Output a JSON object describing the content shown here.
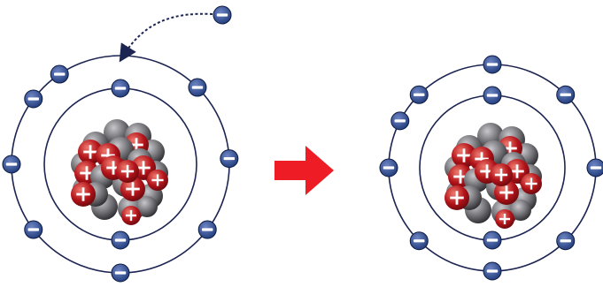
{
  "diagram": {
    "colors": {
      "orbit": "#1c2452",
      "electron_fill": "#1f3a7a",
      "electron_stroke": "#0d1a40",
      "electron_highlight": "#6f86c4",
      "electron_sign": "#ffffff",
      "proton": "#b3141a",
      "proton_dark": "#6e0a0e",
      "proton_light": "#ef7a6f",
      "neutron": "#6e6e72",
      "neutron_dark": "#2f2f33",
      "neutron_light": "#c7c7cc",
      "arrow": "#ee1c24",
      "incoming_path": "#1c2452"
    },
    "atoms": [
      {
        "name": "neutral-atom",
        "electrons": 10,
        "protons": 10
      },
      {
        "name": "negative-ion",
        "electrons": 11,
        "protons": 10
      }
    ],
    "icons": {
      "electron": "minus-sign-icon",
      "proton": "plus-sign-icon",
      "transition": "right-arrow-icon",
      "incoming_electron_path": "curved-dotted-arrow-icon"
    }
  }
}
